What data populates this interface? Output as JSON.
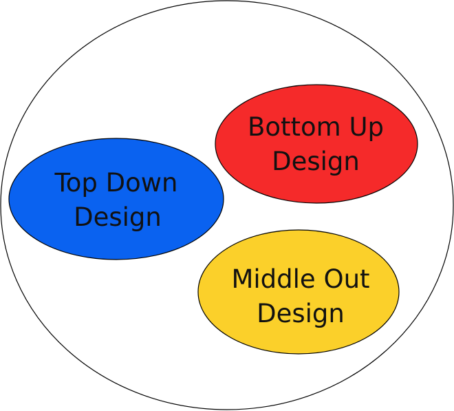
{
  "colors": {
    "background": "#ffffff",
    "outline": "#000000",
    "top_down": "#0a62f0",
    "bottom_up": "#f52a2a",
    "middle_out": "#fbd02a"
  },
  "outer_circle": {
    "fill": "#ffffff"
  },
  "ellipses": {
    "top_down": {
      "line1": "Top Down",
      "line2": "Design"
    },
    "bottom_up": {
      "line1": "Bottom Up",
      "line2": "Design"
    },
    "middle_out": {
      "line1": "Middle Out",
      "line2": "Design"
    }
  }
}
